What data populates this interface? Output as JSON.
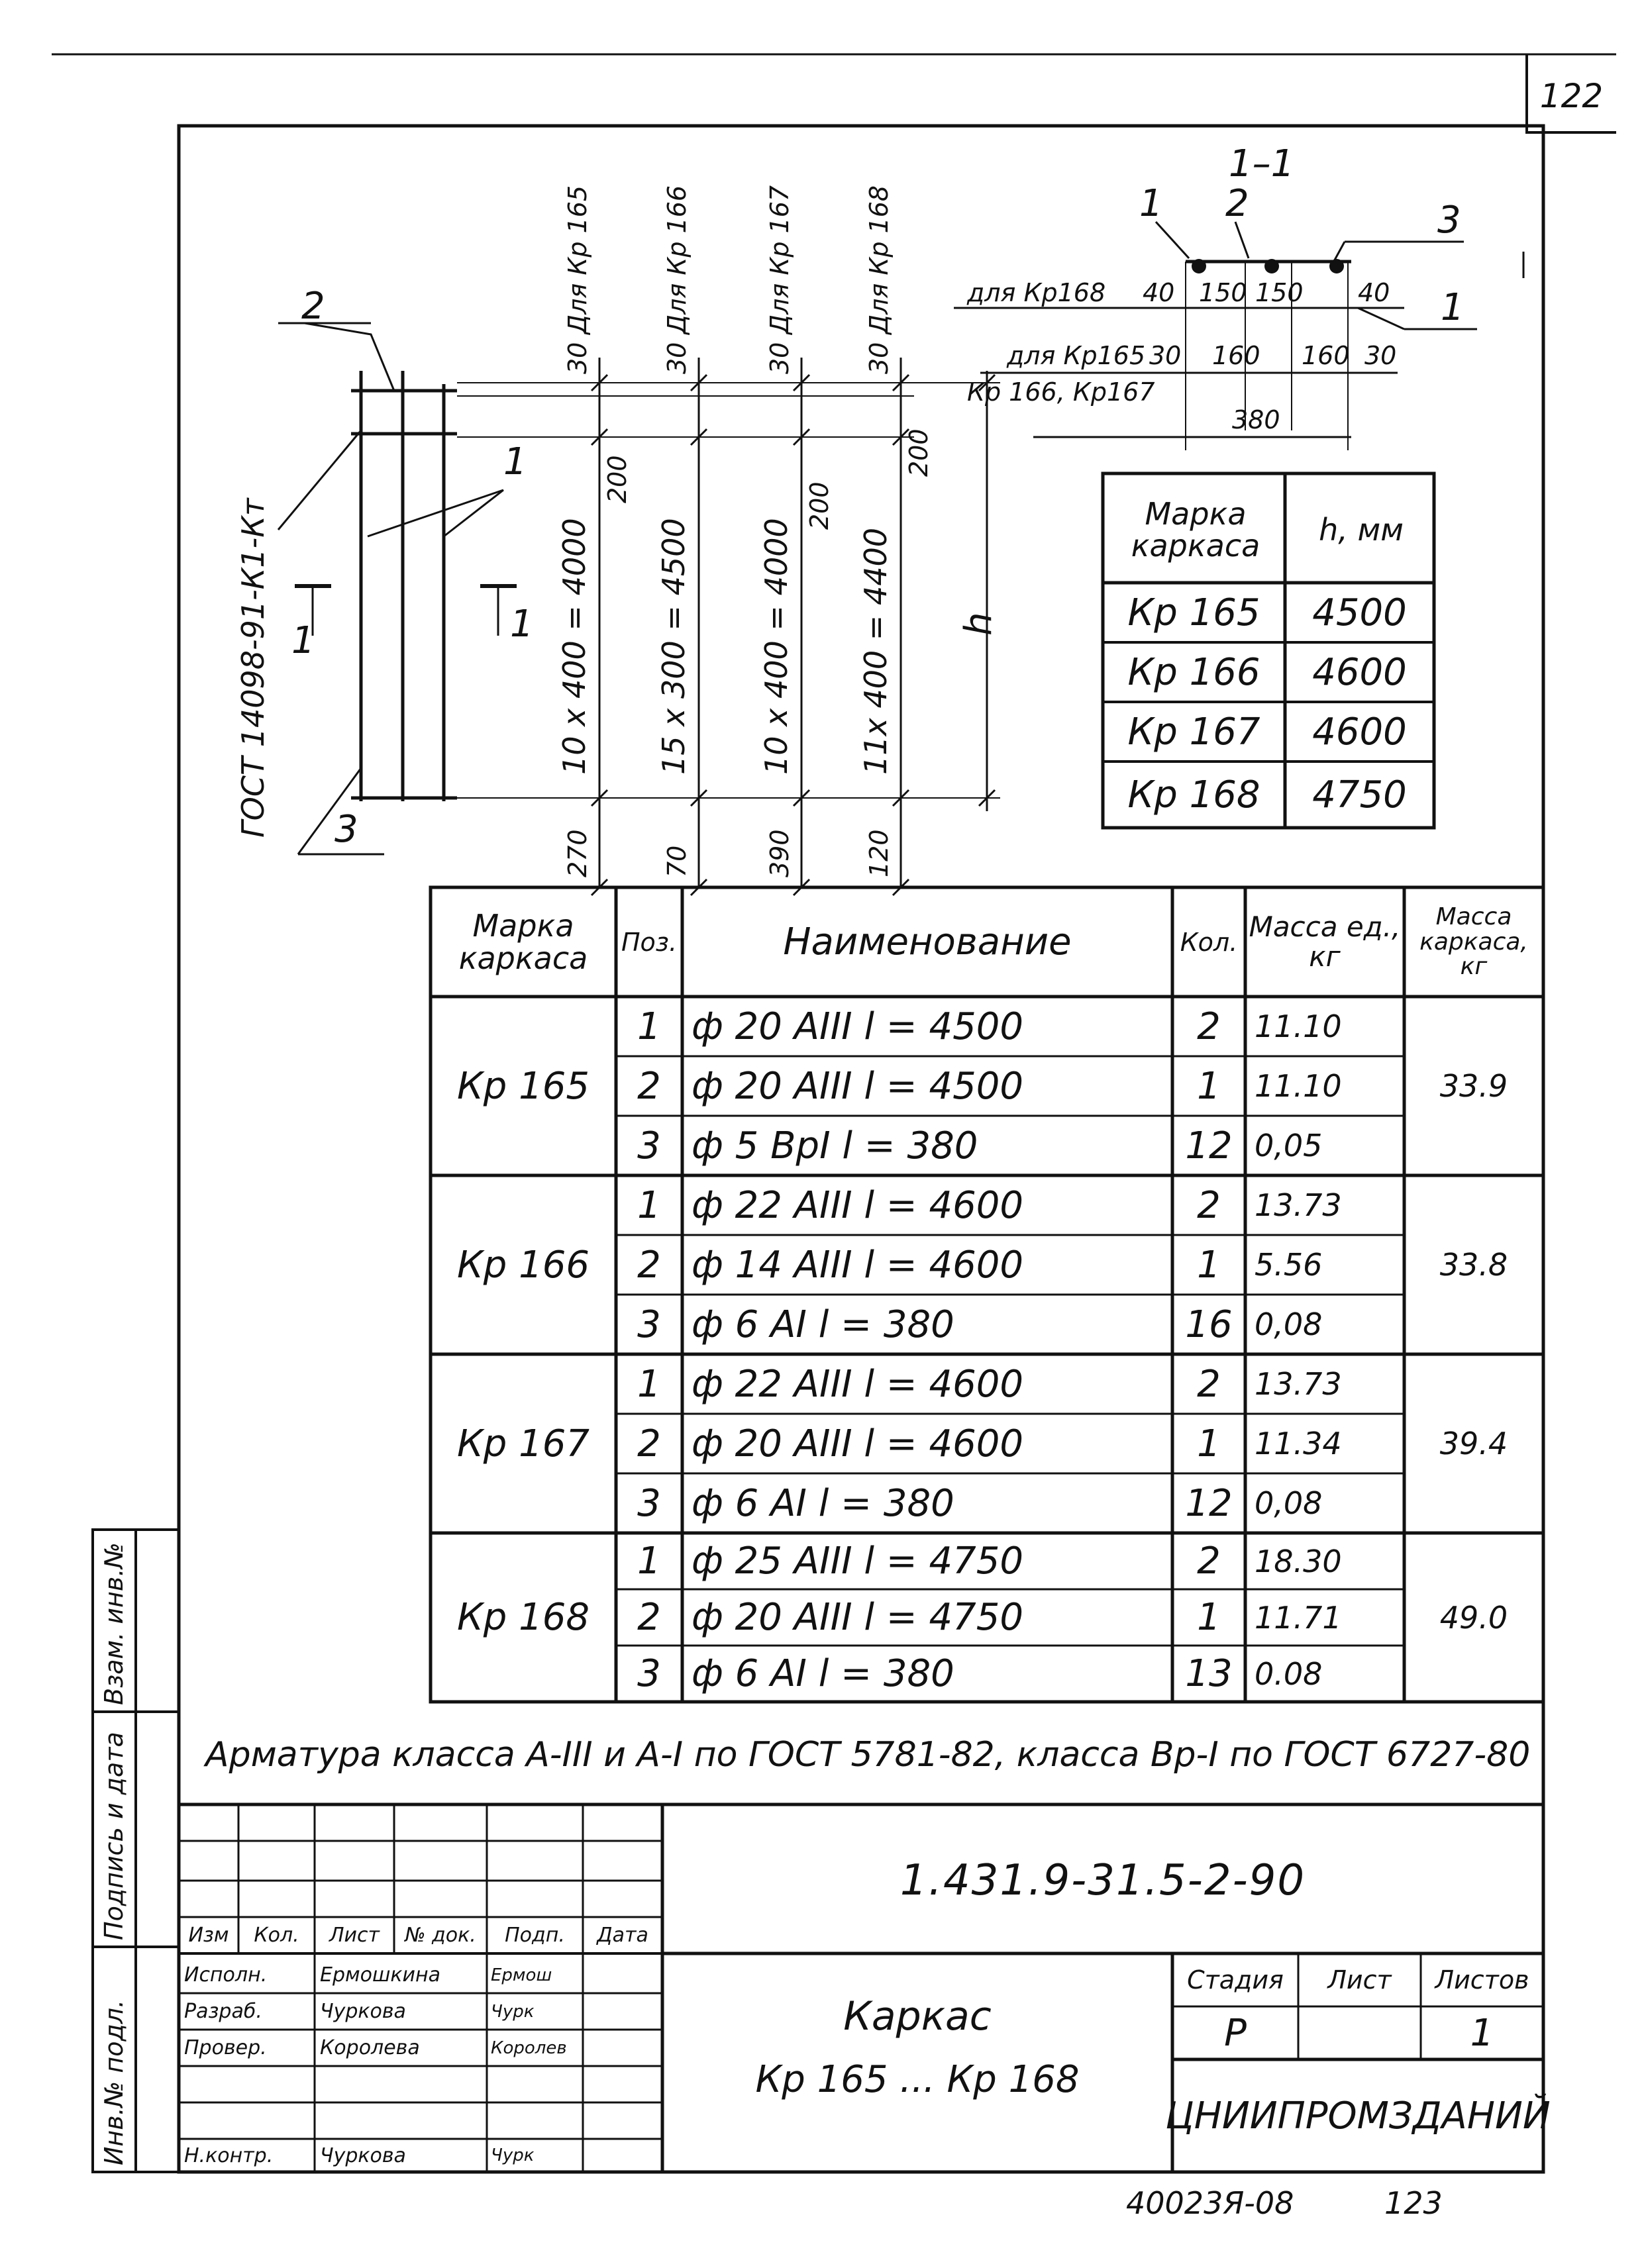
{
  "sheet": {
    "page_number": "122",
    "footer_page_number": "123",
    "archive_code": "40023Я-08",
    "drawing_code": "1.431.9-31.5-2-90",
    "title_line1": "Каркас",
    "title_line2": "Кр 165 ... Кр 168",
    "organization": "ЦНИИПРОМЗДАНИЙ",
    "stage_header": "Стадия",
    "sheet_header": "Лист",
    "sheets_header": "Листов",
    "stage_value": "Р",
    "sheet_value": "",
    "sheets_value": "1"
  },
  "side_labels": {
    "inv_no": "Инв.№ подл.",
    "signature_date": "Подпись и дата",
    "replaced_inv": "Взам. инв.№"
  },
  "stamp": {
    "headers": [
      "Изм",
      "Кол.",
      "Лист",
      "№ док.",
      "Подп.",
      "Дата"
    ],
    "rows": [
      {
        "role": "Исполн.",
        "name": "Ермошкина",
        "sign": "Ермош"
      },
      {
        "role": "Разраб.",
        "name": "Чуркова",
        "sign": "Чурк"
      },
      {
        "role": "Провер.",
        "name": "Королева",
        "sign": "Королев"
      },
      {
        "role": "",
        "name": "",
        "sign": ""
      },
      {
        "role": "Н.контр.",
        "name": "Чуркова",
        "sign": "Чурк"
      }
    ]
  },
  "drawing": {
    "gost_label": "ГОСТ 14098-91-К1-Кт",
    "leader_1": "1",
    "leader_2": "2",
    "leader_3": "3",
    "section_mark_left": "1",
    "section_mark_right": "1",
    "dim_h": "h",
    "columns": [
      {
        "top": "30 Для Кр 165",
        "span": "10 x 400 = 4000",
        "mid": "200",
        "bottom": "270"
      },
      {
        "top": "30 Для Кр 166",
        "span": "15 x 300 = 4500",
        "mid": "",
        "bottom": "70"
      },
      {
        "top": "30 Для Кр 167",
        "span": "10 x 400 = 4000",
        "mid": "200",
        "bottom": "390"
      },
      {
        "top": "30 Для Кр 168",
        "span": "11x 400 = 4400",
        "mid": "200",
        "bottom": "120"
      }
    ]
  },
  "section": {
    "title": "1–1",
    "labels": [
      "1",
      "2",
      "3",
      "1"
    ],
    "row1_label": "для Кр168",
    "row1_values": [
      "40",
      "150",
      "150",
      "40"
    ],
    "row2_label": "для Кр165",
    "row2_values": [
      "30",
      "160",
      "160",
      "30"
    ],
    "row3_label": "Кр 166, Кр167",
    "total": "380"
  },
  "h_table": {
    "header_mark": "Марка каркаса",
    "header_h": "h, мм",
    "rows": [
      {
        "mark": "Кр 165",
        "h": "4500"
      },
      {
        "mark": "Кр 166",
        "h": "4600"
      },
      {
        "mark": "Кр 167",
        "h": "4600"
      },
      {
        "mark": "Кр 168",
        "h": "4750"
      }
    ]
  },
  "spec": {
    "headers": {
      "mark": "Марка каркаса",
      "pos": "Поз.",
      "name": "Наименование",
      "qty": "Кол.",
      "unit_mass": "Масса ед., кг",
      "frame_mass": "Масса каркаса, кг"
    },
    "groups": [
      {
        "mark": "Кр 165",
        "total": "33.9",
        "rows": [
          {
            "pos": "1",
            "name": "ф 20 АIII  l = 4500",
            "qty": "2",
            "mass": "11.10"
          },
          {
            "pos": "2",
            "name": "ф 20 АIII  l = 4500",
            "qty": "1",
            "mass": "11.10"
          },
          {
            "pos": "3",
            "name": "ф 5 ВрI  l =  380",
            "qty": "12",
            "mass": "0,05"
          }
        ]
      },
      {
        "mark": "Кр 166",
        "total": "33.8",
        "rows": [
          {
            "pos": "1",
            "name": "ф 22 АIII  l = 4600",
            "qty": "2",
            "mass": "13.73"
          },
          {
            "pos": "2",
            "name": "ф 14 АIII  l = 4600",
            "qty": "1",
            "mass": "5.56"
          },
          {
            "pos": "3",
            "name": "ф 6 АI  l = 380",
            "qty": "16",
            "mass": "0,08"
          }
        ]
      },
      {
        "mark": "Кр 167",
        "total": "39.4",
        "rows": [
          {
            "pos": "1",
            "name": "ф 22 АIII  l = 4600",
            "qty": "2",
            "mass": "13.73"
          },
          {
            "pos": "2",
            "name": "ф 20 АIII  l = 4600",
            "qty": "1",
            "mass": "11.34"
          },
          {
            "pos": "3",
            "name": "ф 6 АI  l = 380",
            "qty": "12",
            "mass": "0,08"
          }
        ]
      },
      {
        "mark": "Кр 168",
        "total": "49.0",
        "rows": [
          {
            "pos": "1",
            "name": "ф 25 АIII  l = 4750",
            "qty": "2",
            "mass": "18.30"
          },
          {
            "pos": "2",
            "name": "ф 20 АIII  l = 4750",
            "qty": "1",
            "mass": "11.71"
          },
          {
            "pos": "3",
            "name": "ф 6 АI  l = 380",
            "qty": "13",
            "mass": "0.08"
          }
        ]
      }
    ]
  },
  "note": "Арматура класса А-III и А-I по ГОСТ 5781-82, класса Вр-I по ГОСТ 6727-80"
}
